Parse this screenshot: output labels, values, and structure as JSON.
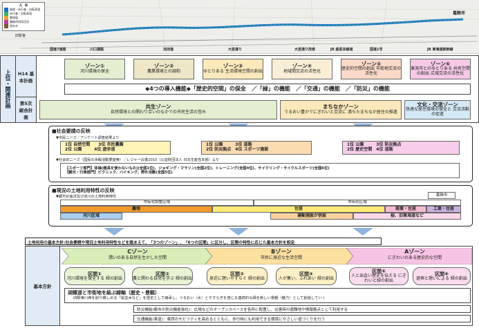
{
  "map": {
    "legend_title": "凡　例",
    "legend_items": [
      "緑道・歩行者・自転車道",
      "歩行者・自転車道",
      "整理道",
      "機能的利用活用",
      "保存木"
    ],
    "legend_extra": "旧駅舎",
    "city_label": "葛飾市",
    "bottom_labels": [
      "国道7道路",
      "川口通路",
      "浜田道",
      "大宮通り",
      "大宮通り改修",
      "JR 総武本線道",
      "国道1号",
      "JR 東海道新幹線"
    ]
  },
  "upper_plan": {
    "side_label": "上位・関連計画",
    "h14_label": "H14 基本計画",
    "zones": [
      {
        "title": "ゾーン①",
        "desc": "河川環境の保全"
      },
      {
        "title": "ゾーン②",
        "desc": "農業環境との調和"
      },
      {
        "title": "ゾーン③",
        "desc": "ゆとりある 生活環境空間の創出"
      },
      {
        "title": "ゾーン④",
        "desc": "地域間交流の活性化"
      },
      {
        "title": "ゾーン⑤",
        "desc": "歴史的空間の創出 市街地交流の活性化"
      },
      {
        "title": "ゾーン⑥",
        "desc": "東海市とのゆとりある 共有空間の創出 広域交流の活性化"
      }
    ],
    "functions_line": "◆4つの導入機能◆「歴史的空間」の保全　／「緑」の機能　／「交通」の機能　／「防災」の機能",
    "sougou_label": "第5次 総合計画",
    "sougou_zones": [
      {
        "title": "共生ゾーン",
        "desc": "自然環境との関わり合いのなかでの市民生活の営み"
      },
      {
        "title": "まちなかゾーン",
        "desc": "うるおい豊かでにぎわいと交流に 満ちたまちなか居住の推進"
      },
      {
        "title": "文化・交流ゾーン",
        "desc": "快適な居住環境の保全と 交流活動の促進"
      }
    ]
  },
  "social": {
    "title": "■社会要請の反映",
    "survey_title": "▼市民ニーズ／アンケート調査結果より",
    "groups": [
      {
        "rows": [
          "1位 自然空間　　3位 市民農園",
          "2位 公園　　　4位 遊歩道"
        ]
      },
      {
        "rows": [
          "1位 公園　　　3位 道路",
          "2位 防災拠点　4位 スポーツ施設"
        ]
      },
      {
        "rows": [
          "1位 公園　　　3位 防災拠点",
          "2位 歴史空間　4位 道路"
        ]
      }
    ],
    "trend_title": "▼社会的ニーズ（国民の余暇活動要望等）／レジャー白書2010（公益財団法人 日本生産性本部）より",
    "trend_rows": [
      "【スポーツ部門】体操(器具を使わないもの)(全国1位)、ジョギング・マラソン(全国2位)、トレーニング(全国4位)、サイクリング・サイクルスポーツ(全国6位)",
      "【観光・行楽部門】ピクニック、ハイキング、野外活動(全国5位)"
    ]
  },
  "landuse": {
    "title": "■現況の土地利用特性の反映",
    "subtitle": "▼都市計画法及び旧川の土地利用特性",
    "city_tag": "葛飾市",
    "bands_top": [
      "市街化調整区域",
      "市街化区域"
    ],
    "bands_mid": [
      "農地",
      "住居",
      "商業・住居",
      "工業・住居"
    ],
    "bands_bot": [
      "河川区域",
      "運動施設が併設",
      "桜、旧東海道など"
    ]
  },
  "basic": {
    "header": "土地利用の基本方針:社会要請や現況土地利用特性などを踏まえて、「3つのゾーン」、「6つの区間」に区分し、区間の特性に応じた基本方針を設定",
    "side_label": "基本方針",
    "zones": [
      {
        "title": "Cゾーン",
        "desc": "潤いのある自然を生かした空間"
      },
      {
        "title": "Bゾーン",
        "desc": "市民に身近な生活空間"
      },
      {
        "title": "Aゾーン",
        "desc": "にぎわいのある歴史的な空間"
      }
    ],
    "sections": [
      {
        "title": "区間①",
        "desc": "河川環境を保全する 緑の創出"
      },
      {
        "title": "区間②",
        "desc": "農と関わる自然を学ぶ 緑の創出"
      },
      {
        "title": "区間③",
        "desc": "身近に憩いやすらぐ 緑の創出"
      },
      {
        "title": "区間④",
        "desc": "人が集い、ふれあい 緑の創出"
      },
      {
        "title": "区間⑤",
        "desc": "人と出会い歴史を伝える にぎわいと緑の創出"
      },
      {
        "title": "区間⑥",
        "desc": "遊興と憩いによる 緑の創出"
      }
    ],
    "policy1_title": "胡蝶道と市街地を結ぶ緑軸（歴史・景観）",
    "policy1_desc": "旧駅東川西を創り親しめる「桜並木など」を歴史として継承し、うるおい（水）とやすらぎを感じる連続的な緑を新しい景観（魅力）として創造していく",
    "policy2": "防災機能(都市の防災機能強化)：広場などのオープンスペースを各所に配置し、災害時の避難地や情報拠点として利用する",
    "policy3": "交通機能(車道)：東西のモビリティを高めるとともに、歩行時にも利用できる環境にやさしい道づくりを行う"
  }
}
